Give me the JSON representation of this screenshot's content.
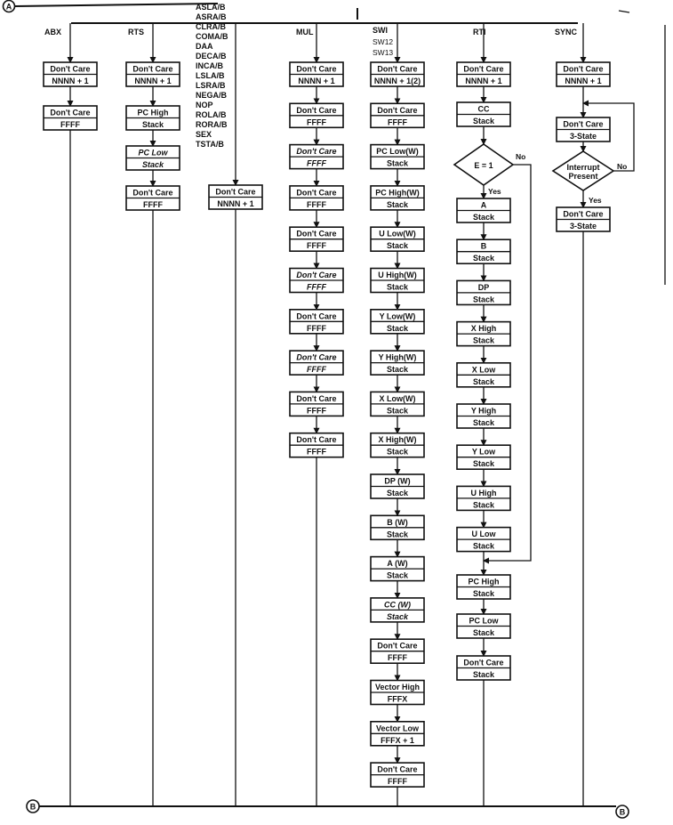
{
  "connectors": {
    "top_left": "A",
    "bottom_left": "B",
    "bottom_right": "B"
  },
  "columns": [
    {
      "id": "abx",
      "header": [
        "ABX"
      ],
      "boxes": [
        {
          "top": "Don't Care",
          "bottom": "NNNN + 1"
        },
        {
          "top": "Don't Care",
          "bottom": "FFFF"
        }
      ]
    },
    {
      "id": "rts",
      "header": [
        "RTS"
      ],
      "boxes": [
        {
          "top": "Don't Care",
          "bottom": "NNNN + 1"
        },
        {
          "top": "PC High",
          "bottom": "Stack"
        },
        {
          "top": "PC Low",
          "bottom": "Stack"
        },
        {
          "top": "Don't Care",
          "bottom": "FFFF"
        }
      ]
    },
    {
      "id": "inherent",
      "header": [
        "ASLA/B",
        "ASRA/B",
        "CLRA/B",
        "COMA/B",
        "DAA",
        "DECA/B",
        "INCA/B",
        "LSLA/B",
        "LSRA/B",
        "NEGA/B",
        "NOP",
        "ROLA/B",
        "RORA/B",
        "SEX",
        "TSTA/B"
      ],
      "boxes": [
        {
          "top": "Don't Care",
          "bottom": "NNNN + 1"
        }
      ]
    },
    {
      "id": "mul",
      "header": [
        "MUL"
      ],
      "boxes": [
        {
          "top": "Don't Care",
          "bottom": "NNNN + 1"
        },
        {
          "top": "Don't Care",
          "bottom": "FFFF"
        },
        {
          "top": "Don't Care",
          "bottom": "FFFF"
        },
        {
          "top": "Don't Care",
          "bottom": "FFFF"
        },
        {
          "top": "Don't Care",
          "bottom": "FFFF"
        },
        {
          "top": "Don't Care",
          "bottom": "FFFF"
        },
        {
          "top": "Don't Care",
          "bottom": "FFFF"
        },
        {
          "top": "Don't Care",
          "bottom": "FFFF"
        },
        {
          "top": "Don't Care",
          "bottom": "FFFF"
        },
        {
          "top": "Don't Care",
          "bottom": "FFFF"
        }
      ]
    },
    {
      "id": "swi",
      "header": [
        "SWI",
        "SW12",
        "SW13"
      ],
      "boxes": [
        {
          "top": "Don't Care",
          "bottom": "NNNN + 1(2)"
        },
        {
          "top": "Don't Care",
          "bottom": "FFFF"
        },
        {
          "top": "PC Low(W)",
          "bottom": "Stack"
        },
        {
          "top": "PC High(W)",
          "bottom": "Stack"
        },
        {
          "top": "U Low(W)",
          "bottom": "Stack"
        },
        {
          "top": "U High(W)",
          "bottom": "Stack"
        },
        {
          "top": "Y Low(W)",
          "bottom": "Stack"
        },
        {
          "top": "Y High(W)",
          "bottom": "Stack"
        },
        {
          "top": "X Low(W)",
          "bottom": "Stack"
        },
        {
          "top": "X High(W)",
          "bottom": "Stack"
        },
        {
          "top": "DP (W)",
          "bottom": "Stack"
        },
        {
          "top": "B (W)",
          "bottom": "Stack"
        },
        {
          "top": "A (W)",
          "bottom": "Stack"
        },
        {
          "top": "CC (W)",
          "bottom": "Stack"
        },
        {
          "top": "Don't Care",
          "bottom": "FFFF"
        },
        {
          "top": "Vector High",
          "bottom": "FFFX"
        },
        {
          "top": "Vector Low",
          "bottom": "FFFX + 1"
        },
        {
          "top": "Don't Care",
          "bottom": "FFFF"
        }
      ]
    },
    {
      "id": "rti",
      "header": [
        "RTI"
      ],
      "decision": {
        "text": "E = 1",
        "yes": "Yes",
        "no": "No"
      },
      "boxes_before": [
        {
          "top": "Don't Care",
          "bottom": "NNNN + 1"
        },
        {
          "top": "CC",
          "bottom": "Stack"
        }
      ],
      "boxes_yes": [
        {
          "top": "A",
          "bottom": "Stack"
        },
        {
          "top": "B",
          "bottom": "Stack"
        },
        {
          "top": "DP",
          "bottom": "Stack"
        },
        {
          "top": "X High",
          "bottom": "Stack"
        },
        {
          "top": "X Low",
          "bottom": "Stack"
        },
        {
          "top": "Y High",
          "bottom": "Stack"
        },
        {
          "top": "Y Low",
          "bottom": "Stack"
        },
        {
          "top": "U High",
          "bottom": "Stack"
        },
        {
          "top": "U Low",
          "bottom": "Stack"
        }
      ],
      "boxes_after": [
        {
          "top": "PC High",
          "bottom": "Stack"
        },
        {
          "top": "PC Low",
          "bottom": "Stack"
        },
        {
          "top": "Don't Care",
          "bottom": "Stack"
        }
      ]
    },
    {
      "id": "sync",
      "header": [
        "SYNC"
      ],
      "decision": {
        "line1": "Interrupt",
        "line2": "Present",
        "yes": "Yes",
        "no": "No"
      },
      "boxes": [
        {
          "top": "Don't Care",
          "bottom": "NNNN + 1"
        },
        {
          "top": "Don't Care",
          "bottom": "3-State"
        },
        {
          "top": "Don't Care",
          "bottom": "3-State"
        }
      ]
    }
  ]
}
